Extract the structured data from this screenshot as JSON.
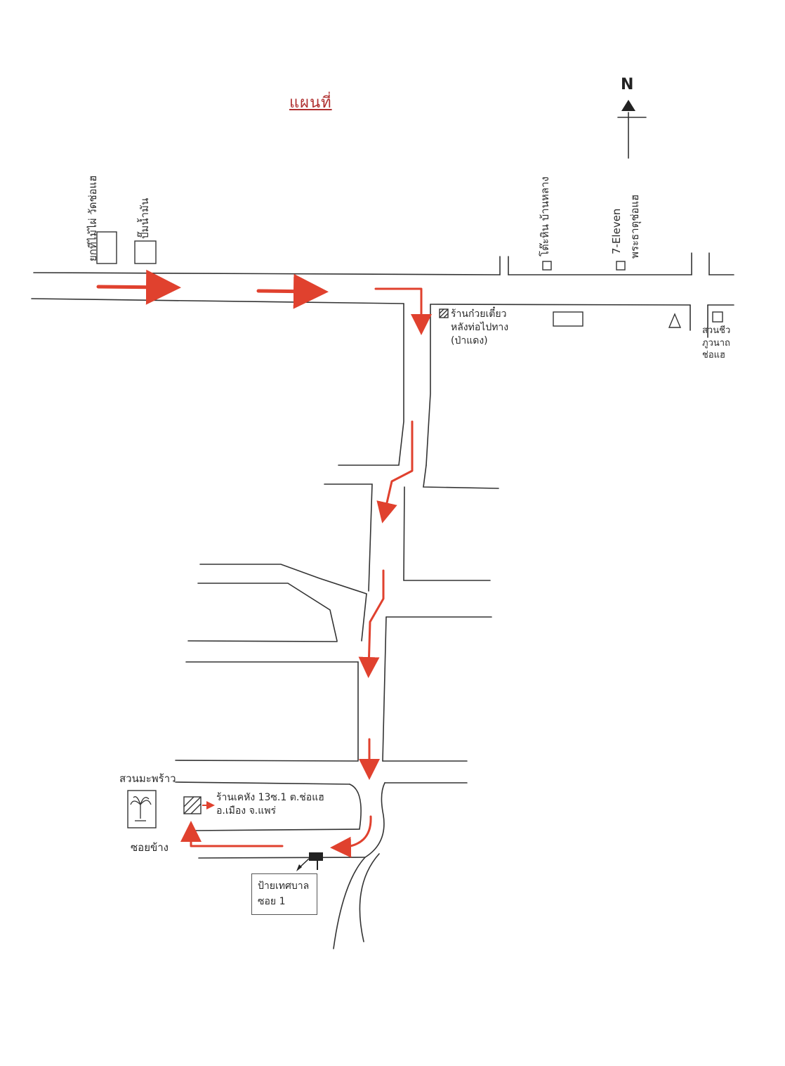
{
  "map": {
    "title": "แผนที่",
    "north_label": "N",
    "route_color": "#e0412e",
    "road_color": "#333333"
  },
  "landmarks": {
    "shop_1": "ยกทีไม้ไผ่ วัดช่อแฮ",
    "shop_2": "ปั๊มน้ำมัน",
    "shop_3": "โต๊ะหิน บ้านหลาง",
    "seven_eleven": "7-Eleven",
    "temple_road": "พระธาตุช่อแฮ",
    "noodle_shop": "ร้านก๋วยเตี๋ยว\nหลังท่อไปทาง\n(ป่าแดง)",
    "right_edge_label": "สวนชีว\nภูวนาถ\nช่อแฮ",
    "coconut_garden": "สวนมะพร้าว",
    "destination": "ร้านเคหัง 13ซ.1 ต.ช่อแฮ\nอ.เมือง จ.แพร่",
    "soi_label": "ซอยข้าง",
    "sign_box": "ป้ายเทศบาล\nซอย 1"
  }
}
